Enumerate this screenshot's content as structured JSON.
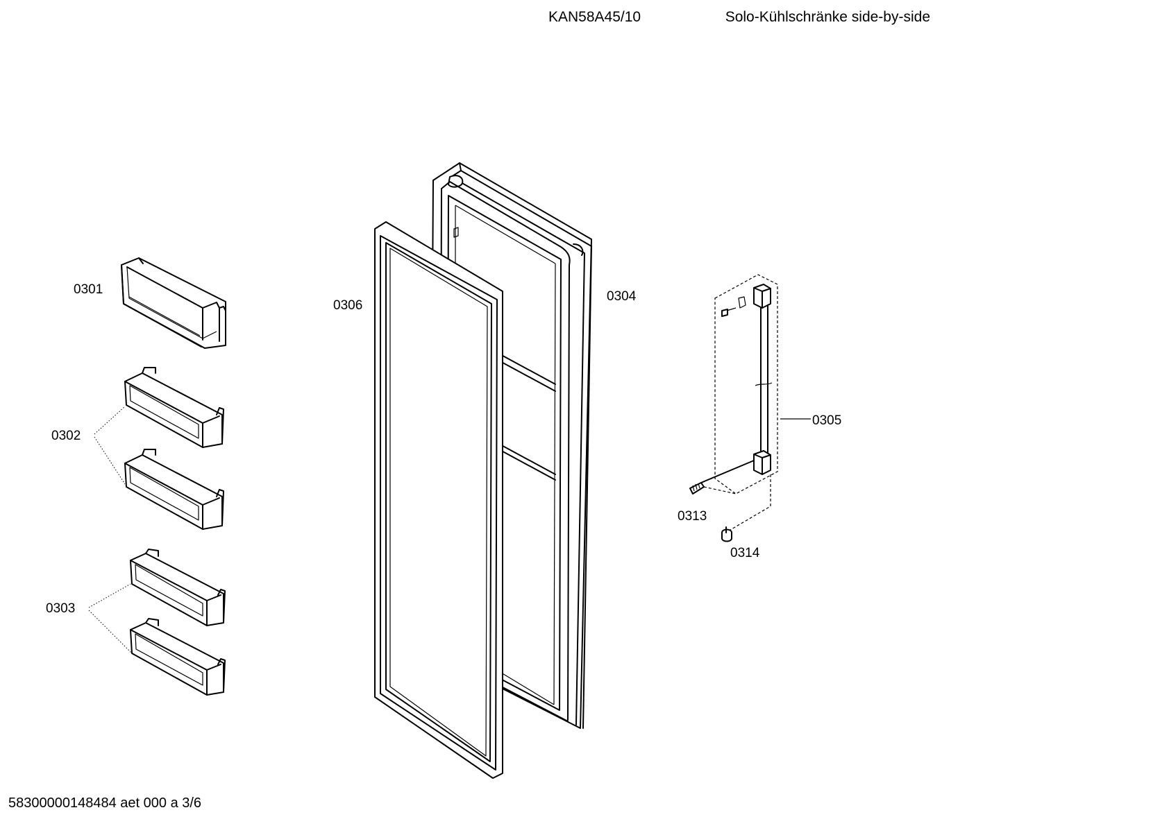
{
  "header": {
    "model": "KAN58A45/10",
    "category": "Solo-Kühlschränke side-by-side"
  },
  "footer": {
    "document_id": "58300000148484 aet 000 a 3/6"
  },
  "parts": [
    {
      "id": "0301",
      "label": "0301"
    },
    {
      "id": "0302",
      "label": "0302"
    },
    {
      "id": "0303",
      "label": "0303"
    },
    {
      "id": "0304",
      "label": "0304"
    },
    {
      "id": "0305",
      "label": "0305"
    },
    {
      "id": "0306",
      "label": "0306"
    },
    {
      "id": "0313",
      "label": "0313"
    },
    {
      "id": "0314",
      "label": "0314"
    }
  ]
}
